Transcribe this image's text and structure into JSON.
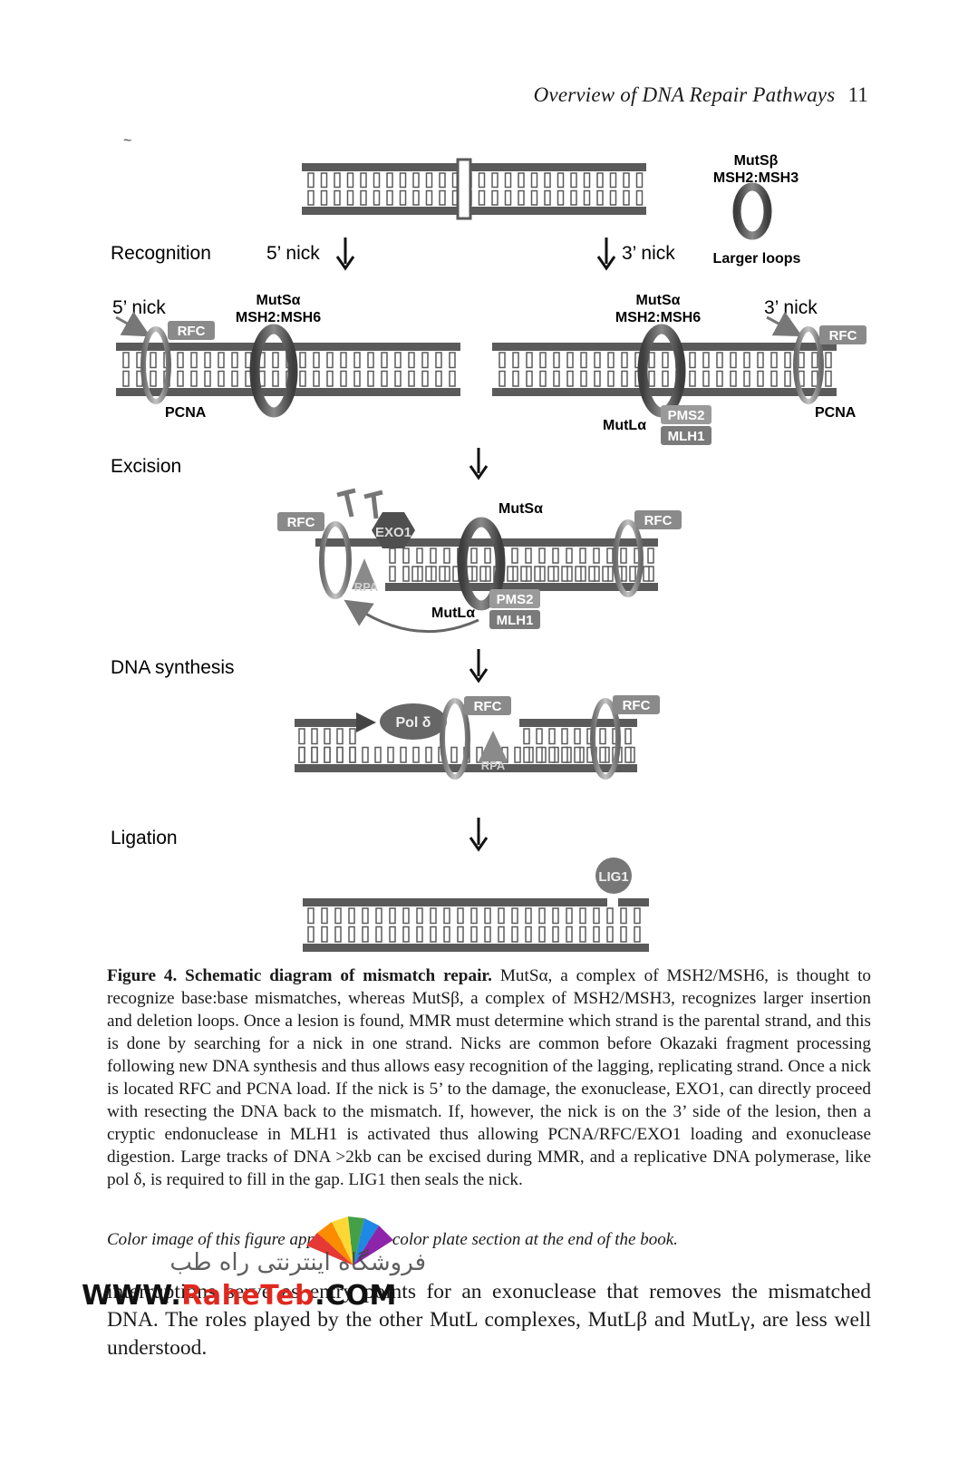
{
  "header": {
    "running_title": "Overview of DNA Repair Pathways",
    "page_number": "11"
  },
  "figure": {
    "mutsb_name": "MutSβ",
    "mutsb_complex": "MSH2:MSH3",
    "larger_loops": "Larger loops",
    "step_recognition": "Recognition",
    "step_excision": "Excision",
    "step_synthesis": "DNA synthesis",
    "step_ligation": "Ligation",
    "five_nick": "5’ nick",
    "three_nick": "3’ nick",
    "mutsa_name": "MutSα",
    "mutsa_complex": "MSH2:MSH6",
    "rfc": "RFC",
    "pcna": "PCNA",
    "mutla": "MutLα",
    "pms2": "PMS2",
    "mlh1": "MLH1",
    "exo1": "EXO1",
    "rpa": "RPA",
    "pol": "Pol δ",
    "lig1": "LIG1"
  },
  "caption": {
    "label": "Figure 4. Schematic diagram of mismatch repair.",
    "text": " MutSα, a complex of MSH2/MSH6, is thought to recognize base:base mismatches, whereas MutSβ, a complex of MSH2/MSH3, recognizes larger insertion and deletion loops. Once a lesion is found, MMR must determine which strand is the parental strand, and this is done by searching for a nick in one strand. Nicks are common before Okazaki fragment processing following new DNA synthesis and thus allows easy recognition of the lagging, replicating strand. Once a nick is located RFC and PCNA load. If the nick is 5’ to the damage, the exonuclease, EXO1, can directly proceed with resecting the DNA back to the mismatch. If, however, the nick is on the 3’ side of the lesion, then a cryptic endonuclease in MLH1 is activated thus allowing PCNA/RFC/EXO1 loading and exonuclease digestion. Large tracks of DNA >2kb can be excised during MMR, and a replicative DNA polymerase, like pol δ, is required to fill in the gap. LIG1 then seals the nick.",
    "color_note": "Color image of this figure appears in the color plate section at the end of the book."
  },
  "body": {
    "text": "interruptions serve as entry points for an exonuclease that removes the mismatched DNA. The roles played by the other MutL complexes, MutLβ and MutLγ, are less well understood."
  },
  "watermark": {
    "persian": "فروشگاه اینترنتی راه طب",
    "url_pre": "WWW.",
    "url_brand": "RaheTeb",
    "url_post": ".COM"
  }
}
